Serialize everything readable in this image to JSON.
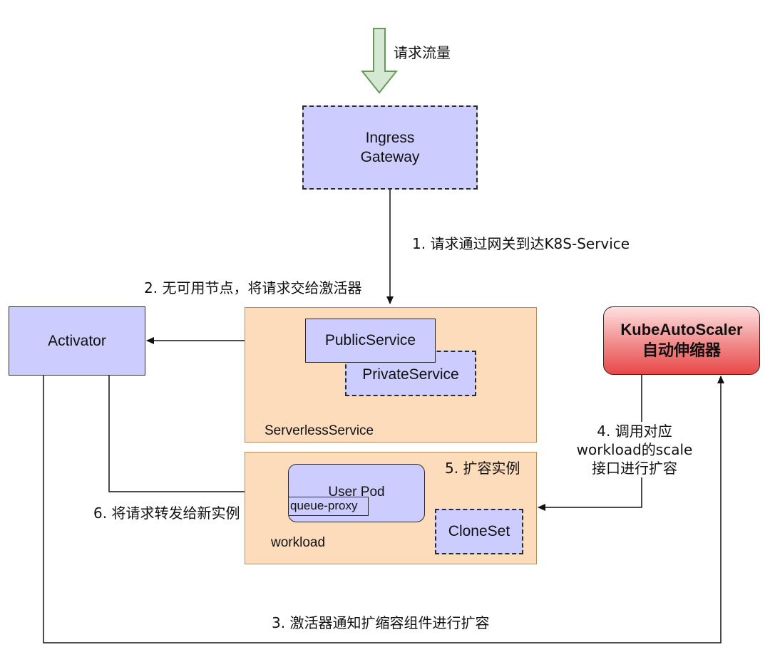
{
  "flow": {
    "request_label": "请求流量"
  },
  "nodes": {
    "ingress_gateway": "Ingress\nGateway",
    "activator": "Activator",
    "public_service": "PublicService",
    "private_service": "PrivateService",
    "serverless_service": "ServerlessService",
    "user_pod": "User Pod",
    "queue_proxy": "queue-proxy",
    "workload": "workload",
    "cloneset": "CloneSet",
    "autoscaler_line1": "KubeAutoScaler",
    "autoscaler_line2": "自动伸缩器"
  },
  "edges": {
    "step1": "1. 请求通过网关到达K8S-Service",
    "step2": "2. 无可用节点，将请求交给激活器",
    "step3": "3. 激活器通知扩缩容组件进行扩容",
    "step4": "4. 调用对应\nworkload的scale\n接口进行扩容",
    "step5": "5. 扩容实例",
    "step6": "6. 将请求转发给新实例"
  },
  "colors": {
    "node_fill": "#ccccff",
    "container_fill": "#fcdcbb",
    "autoscaler_top": "#ffe0e0",
    "autoscaler_bottom": "#e84848",
    "arrow_fill": "#d5e8d4",
    "arrow_stroke": "#6a9a5b"
  }
}
